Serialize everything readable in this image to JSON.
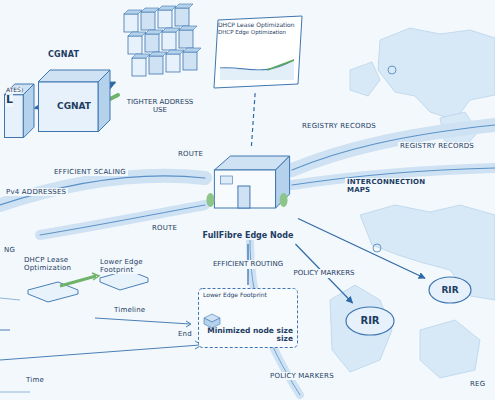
{
  "diagram": {
    "nodes": [
      {
        "text": [
          "ATES)",
          "L"
        ]
      },
      {
        "text": [
          "CGNAT"
        ]
      },
      {
        "text": [
          "TIGHTER ADDRESS USE"
        ]
      },
      {
        "text": [
          "FullFibre Edge Node"
        ]
      },
      {
        "text": [
          "DHCP Lease Optimization",
          "DHCP Edge Optimization"
        ]
      },
      {
        "text": [
          "Lower Edge Footprint",
          "Minimized node size size"
        ]
      },
      {
        "text": [
          "RIR"
        ]
      },
      {
        "text": [
          "RIR"
        ]
      }
    ],
    "edges": [
      {
        "from": 0,
        "to": 1,
        "arrow": "to"
      },
      {
        "from": 1,
        "to": 2,
        "arrow": "to"
      },
      {
        "from": 3,
        "to": 4,
        "arrow": "none"
      },
      {
        "from": 3,
        "to": 5,
        "label": "EFFICIENT ROUTING",
        "arrow": "none"
      },
      {
        "from": 3,
        "to": 6,
        "label": "POLICY MARKERS",
        "arrow": "to"
      },
      {
        "from": 3,
        "to": 7,
        "arrow": "to"
      }
    ],
    "labels": [
      "CGNAT",
      "EFFICIENT SCALING",
      "Pv4 ADDRESSES",
      "ROUTE",
      "ROUTE",
      "REGISTRY RECORDS",
      "REGISTRY RECORDS",
      "INTERCONNECTION MAPS",
      "POLICY MARKERS",
      "DHCP Lease Optimization",
      "Lower Edge Footprint",
      "Timeline",
      "End",
      "Time",
      "NG",
      "REG"
    ]
  }
}
